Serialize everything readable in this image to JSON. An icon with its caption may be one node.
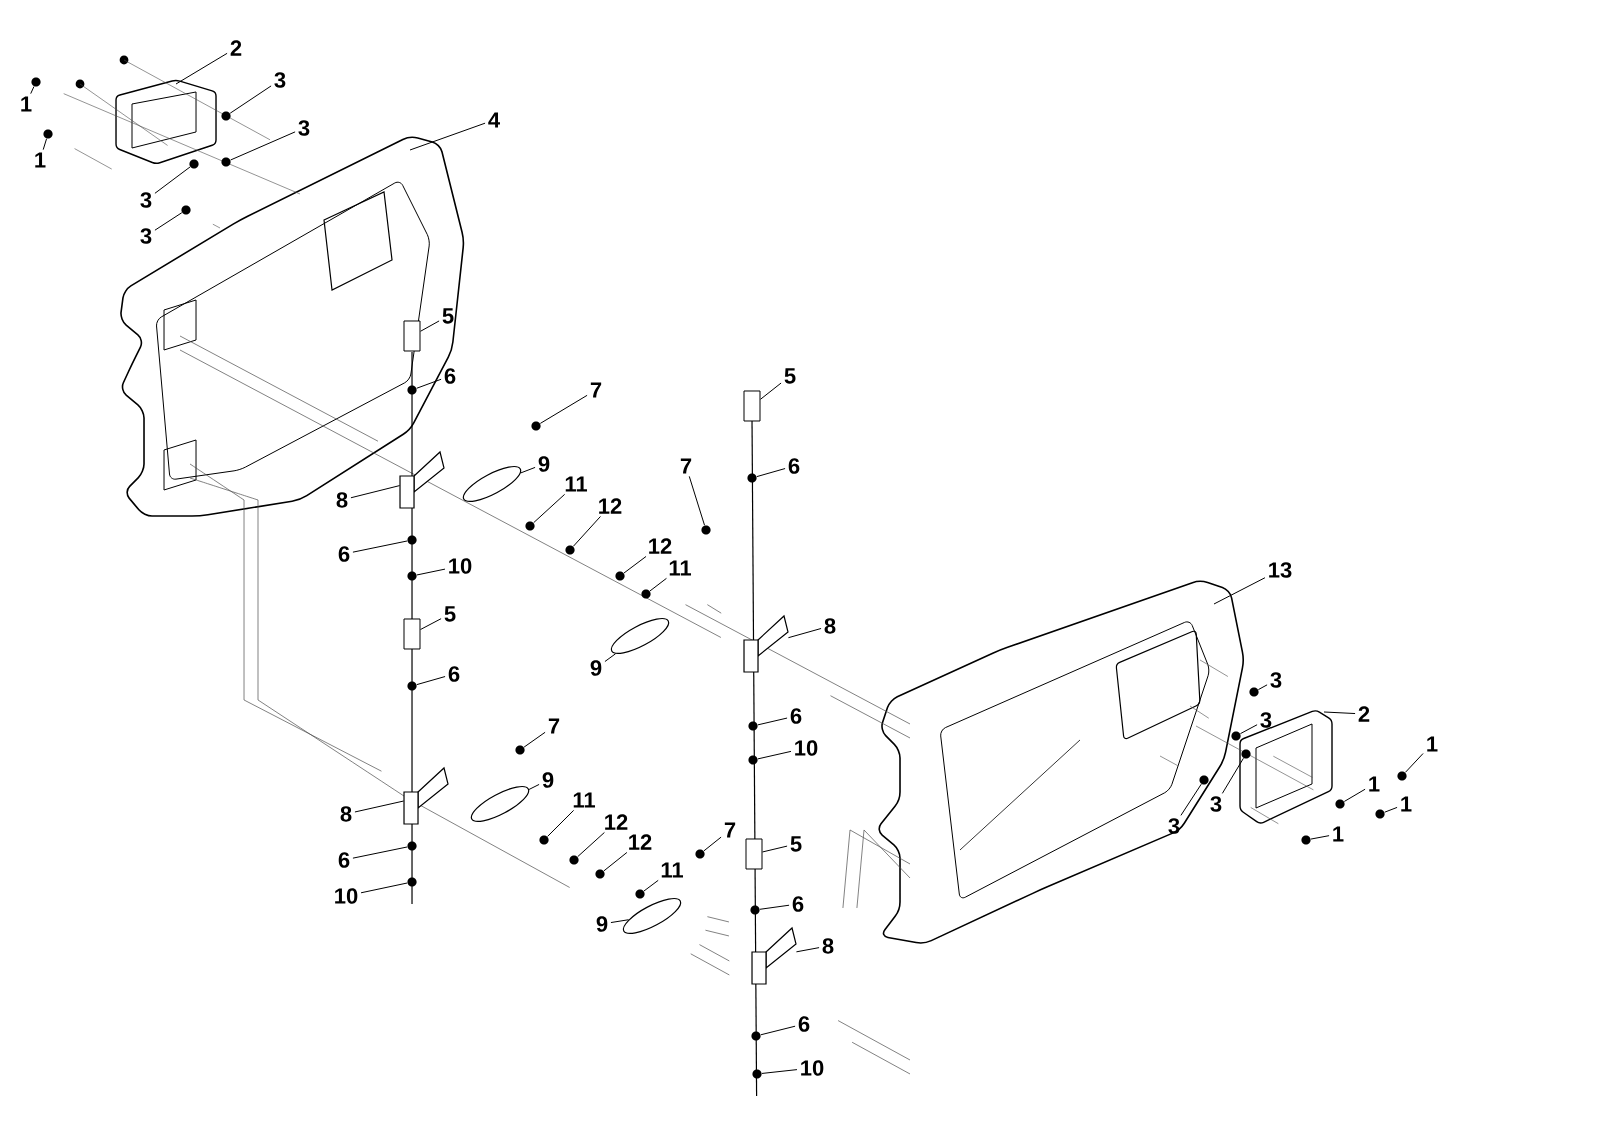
{
  "diagram": {
    "nodes": [
      {
        "text": [
          "1"
        ]
      },
      {
        "text": [
          "1"
        ]
      },
      {
        "text": [
          "2"
        ]
      },
      {
        "text": [
          "3"
        ]
      },
      {
        "text": [
          "3"
        ]
      },
      {
        "text": [
          "3"
        ]
      },
      {
        "text": [
          "3"
        ]
      },
      {
        "text": [
          "4"
        ]
      },
      {
        "text": [
          "5"
        ]
      },
      {
        "text": [
          "6"
        ]
      },
      {
        "text": [
          "7"
        ]
      },
      {
        "text": [
          "8"
        ]
      },
      {
        "text": [
          "9"
        ]
      },
      {
        "text": [
          "11"
        ]
      },
      {
        "text": [
          "12"
        ]
      },
      {
        "text": [
          "6"
        ]
      },
      {
        "text": [
          "10"
        ]
      },
      {
        "text": [
          "5"
        ]
      },
      {
        "text": [
          "6"
        ]
      },
      {
        "text": [
          "12"
        ]
      },
      {
        "text": [
          "11"
        ]
      },
      {
        "text": [
          "9"
        ]
      },
      {
        "text": [
          "5"
        ]
      },
      {
        "text": [
          "6"
        ]
      },
      {
        "text": [
          "7"
        ]
      },
      {
        "text": [
          "7"
        ]
      },
      {
        "text": [
          "8"
        ]
      },
      {
        "text": [
          "9"
        ]
      },
      {
        "text": [
          "11"
        ]
      },
      {
        "text": [
          "12"
        ]
      },
      {
        "text": [
          "12"
        ]
      },
      {
        "text": [
          "11"
        ]
      },
      {
        "text": [
          "6"
        ]
      },
      {
        "text": [
          "10"
        ]
      },
      {
        "text": [
          "6"
        ]
      },
      {
        "text": [
          "10"
        ]
      },
      {
        "text": [
          "5"
        ]
      },
      {
        "text": [
          "6"
        ]
      },
      {
        "text": [
          "7"
        ]
      },
      {
        "text": [
          "8"
        ]
      },
      {
        "text": [
          "6"
        ]
      },
      {
        "text": [
          "10"
        ]
      },
      {
        "text": [
          "8"
        ]
      },
      {
        "text": [
          "13"
        ]
      },
      {
        "text": [
          "3"
        ]
      },
      {
        "text": [
          "3"
        ]
      },
      {
        "text": [
          "3"
        ]
      },
      {
        "text": [
          "3"
        ]
      },
      {
        "text": [
          "2"
        ]
      },
      {
        "text": [
          "1"
        ]
      },
      {
        "text": [
          "1"
        ]
      },
      {
        "text": [
          "1"
        ]
      },
      {
        "text": [
          "1"
        ]
      },
      {
        "text": [
          "9"
        ]
      },
      {
        "text": [],
        "shape": "circle"
      },
      {
        "text": [],
        "shape": "circle"
      },
      {
        "text": [],
        "shape": "circle"
      },
      {
        "text": [],
        "shape": "circle"
      },
      {
        "text": [],
        "shape": "circle"
      },
      {
        "text": [],
        "shape": "circle"
      },
      {
        "text": [],
        "shape": "cylinder"
      },
      {
        "text": [],
        "shape": "circle"
      },
      {
        "text": [],
        "shape": "circle"
      },
      {
        "text": [],
        "shape": "bracket"
      },
      {
        "text": [],
        "shape": "ellipse"
      },
      {
        "text": [],
        "shape": "circle"
      },
      {
        "text": [],
        "shape": "circle"
      },
      {
        "text": [],
        "shape": "circle"
      },
      {
        "text": [],
        "shape": "circle"
      },
      {
        "text": [],
        "shape": "cylinder"
      },
      {
        "text": [],
        "shape": "circle"
      },
      {
        "text": [],
        "shape": "circle"
      },
      {
        "text": [],
        "shape": "circle"
      },
      {
        "text": [],
        "shape": "ellipse"
      },
      {
        "text": [],
        "shape": "cylinder"
      },
      {
        "text": [],
        "shape": "circle"
      },
      {
        "text": [],
        "shape": "circle"
      },
      {
        "text": [],
        "shape": "circle"
      },
      {
        "text": [],
        "shape": "bracket"
      },
      {
        "text": [],
        "shape": "ellipse"
      },
      {
        "text": [],
        "shape": "circle"
      },
      {
        "text": [],
        "shape": "circle"
      },
      {
        "text": [],
        "shape": "circle"
      },
      {
        "text": [],
        "shape": "circle"
      },
      {
        "text": [],
        "shape": "circle"
      },
      {
        "text": [],
        "shape": "circle"
      },
      {
        "text": [],
        "shape": "circle"
      },
      {
        "text": [],
        "shape": "circle"
      },
      {
        "text": [],
        "shape": "cylinder"
      },
      {
        "text": [],
        "shape": "circle"
      },
      {
        "text": [],
        "shape": "circle"
      },
      {
        "text": [],
        "shape": "bracket"
      },
      {
        "text": [],
        "shape": "circle"
      },
      {
        "text": [],
        "shape": "circle"
      },
      {
        "text": [],
        "shape": "bracket"
      },
      {
        "text": [],
        "shape": "circle"
      },
      {
        "text": [],
        "shape": "circle"
      },
      {
        "text": [],
        "shape": "circle"
      },
      {
        "text": [],
        "shape": "circle"
      },
      {
        "text": [],
        "shape": "circle"
      },
      {
        "text": [],
        "shape": "circle"
      },
      {
        "text": [],
        "shape": "circle"
      },
      {
        "text": [],
        "shape": "circle"
      },
      {
        "text": [],
        "shape": "ellipse"
      }
    ],
    "edges": [
      {
        "from": 0,
        "to": 54,
        "arrow": "none"
      },
      {
        "from": 1,
        "to": 55,
        "arrow": "none"
      },
      {
        "from": 2,
        "to": null,
        "arrow": "none"
      },
      {
        "from": 3,
        "to": 56,
        "arrow": "none"
      },
      {
        "from": 4,
        "to": 57,
        "arrow": "none"
      },
      {
        "from": 5,
        "to": 58,
        "arrow": "none"
      },
      {
        "from": 6,
        "to": 59,
        "arrow": "none"
      },
      {
        "from": 7,
        "to": null,
        "arrow": "none"
      },
      {
        "from": 8,
        "to": 60,
        "arrow": "none"
      },
      {
        "from": 9,
        "to": 61,
        "arrow": "none"
      },
      {
        "from": 10,
        "to": 62,
        "arrow": "none"
      },
      {
        "from": 11,
        "to": 63,
        "arrow": "none"
      },
      {
        "from": 12,
        "to": 64,
        "arrow": "none"
      },
      {
        "from": 13,
        "to": 65,
        "arrow": "none"
      },
      {
        "from": 14,
        "to": 66,
        "arrow": "none"
      },
      {
        "from": 15,
        "to": 67,
        "arrow": "none"
      },
      {
        "from": 16,
        "to": 68,
        "arrow": "none"
      },
      {
        "from": 17,
        "to": 69,
        "arrow": "none"
      },
      {
        "from": 18,
        "to": 70,
        "arrow": "none"
      },
      {
        "from": 19,
        "to": 71,
        "arrow": "none"
      },
      {
        "from": 20,
        "to": 72,
        "arrow": "none"
      },
      {
        "from": 21,
        "to": 73,
        "arrow": "none"
      },
      {
        "from": 22,
        "to": 74,
        "arrow": "none"
      },
      {
        "from": 23,
        "to": 75,
        "arrow": "none"
      },
      {
        "from": 24,
        "to": 76,
        "arrow": "none"
      },
      {
        "from": 25,
        "to": 77,
        "arrow": "none"
      },
      {
        "from": 26,
        "to": 78,
        "arrow": "none"
      },
      {
        "from": 27,
        "to": 79,
        "arrow": "none"
      },
      {
        "from": 28,
        "to": 80,
        "arrow": "none"
      },
      {
        "from": 29,
        "to": 81,
        "arrow": "none"
      },
      {
        "from": 30,
        "to": 82,
        "arrow": "none"
      },
      {
        "from": 31,
        "to": 83,
        "arrow": "none"
      },
      {
        "from": 32,
        "to": 84,
        "arrow": "none"
      },
      {
        "from": 33,
        "to": 85,
        "arrow": "none"
      },
      {
        "from": 34,
        "to": 86,
        "arrow": "none"
      },
      {
        "from": 35,
        "to": 87,
        "arrow": "none"
      },
      {
        "from": 36,
        "to": 88,
        "arrow": "none"
      },
      {
        "from": 37,
        "to": 89,
        "arrow": "none"
      },
      {
        "from": 38,
        "to": 90,
        "arrow": "none"
      },
      {
        "from": 39,
        "to": 91,
        "arrow": "none"
      },
      {
        "from": 40,
        "to": 92,
        "arrow": "none"
      },
      {
        "from": 41,
        "to": 93,
        "arrow": "none"
      },
      {
        "from": 42,
        "to": 94,
        "arrow": "none"
      },
      {
        "from": 43,
        "to": null,
        "arrow": "none"
      },
      {
        "from": 44,
        "to": 95,
        "arrow": "none"
      },
      {
        "from": 45,
        "to": 96,
        "arrow": "none"
      },
      {
        "from": 46,
        "to": 97,
        "arrow": "none"
      },
      {
        "from": 47,
        "to": 98,
        "arrow": "none"
      },
      {
        "from": 48,
        "to": null,
        "arrow": "none"
      },
      {
        "from": 49,
        "to": 99,
        "arrow": "none"
      },
      {
        "from": 50,
        "to": 100,
        "arrow": "none"
      },
      {
        "from": 51,
        "to": 101,
        "arrow": "none"
      },
      {
        "from": 52,
        "to": 102,
        "arrow": "none"
      },
      {
        "from": 53,
        "to": 103,
        "arrow": "none"
      }
    ]
  }
}
